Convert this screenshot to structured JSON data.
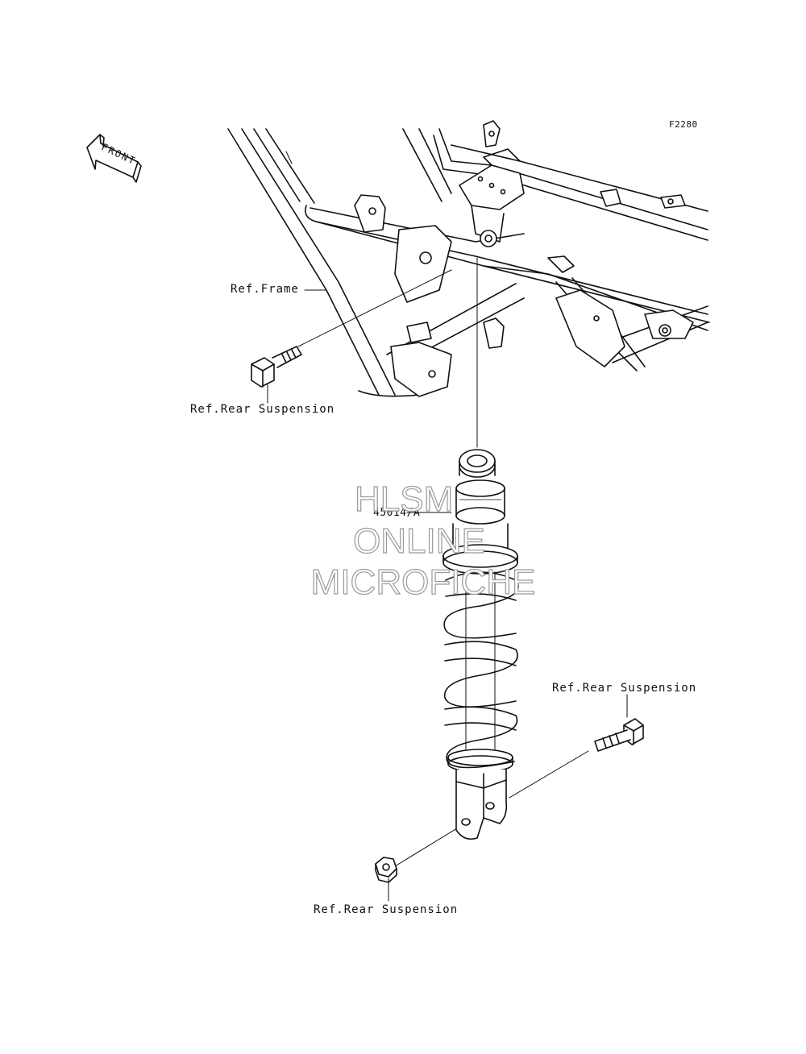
{
  "figure_code": "F2280",
  "front_label": "FRONT",
  "labels": {
    "frame": "Ref.Frame",
    "rear_suspension_upper_bolt": "Ref.Rear Suspension",
    "rear_suspension_lower_bolt": "Ref.Rear Suspension",
    "rear_suspension_nut": "Ref.Rear Suspension"
  },
  "part_number": "45014/A",
  "watermark": {
    "line1": "HLSM",
    "line2": "ONLINE",
    "line3": "MICROFICHE"
  }
}
